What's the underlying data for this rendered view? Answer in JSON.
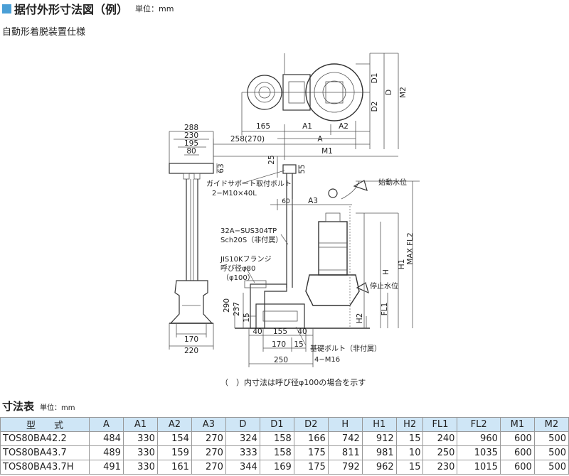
{
  "header": {
    "title": "据付外形寸法図（例）",
    "unit": "単位：mm",
    "subtitle": "自動形着脱装置仕様"
  },
  "drawing": {
    "top_view": {
      "horizontal_dims": [
        "165",
        "A1",
        "A2",
        "258(270)",
        "A",
        "M1"
      ],
      "vertical_dims": [
        "D1",
        "D",
        "M2",
        "D2"
      ]
    },
    "side_view": {
      "top_dims": [
        "288",
        "230",
        "195",
        "80"
      ],
      "side_dim": "63",
      "bottom_dims": [
        "170",
        "220"
      ]
    },
    "front_view": {
      "dims": [
        "25",
        "55",
        "60",
        "A3",
        "290",
        "237",
        "15",
        "40",
        "155",
        "40",
        "170",
        "15",
        "250",
        "H",
        "H1",
        "MAX FL2",
        "H2",
        "FL1"
      ],
      "labels": {
        "guide_bolt": "ガイドサポート取付ボルト",
        "guide_bolt_spec": "2−M10×40L",
        "pipe": "32A−SUS304TP",
        "pipe_spec": "Sch20S（非付属）",
        "flange": "JIS10Kフランジ",
        "flange_spec": "呼び径φ80",
        "flange_alt": "（φ100）",
        "start_level": "始動水位",
        "stop_level": "停止水位",
        "anchor_bolt": "基礎ボルト（非付属）",
        "anchor_bolt_spec": "4−M16"
      }
    }
  },
  "note": "（　）内寸法は呼び径φ100の場合を示す",
  "table": {
    "title": "寸法表",
    "unit": "単位：mm",
    "headers": [
      "型　　式",
      "A",
      "A1",
      "A2",
      "A3",
      "D",
      "D1",
      "D2",
      "H",
      "H1",
      "H2",
      "FL1",
      "FL2",
      "M1",
      "M2"
    ],
    "rows": [
      [
        "TOS80BA42.2",
        "484",
        "330",
        "154",
        "270",
        "324",
        "158",
        "166",
        "742",
        "912",
        "15",
        "240",
        "960",
        "600",
        "500"
      ],
      [
        "TOS80BA43.7",
        "489",
        "330",
        "159",
        "270",
        "333",
        "158",
        "175",
        "811",
        "981",
        "10",
        "250",
        "1035",
        "600",
        "500"
      ],
      [
        "TOS80BA43.7H",
        "491",
        "330",
        "161",
        "270",
        "344",
        "169",
        "175",
        "792",
        "962",
        "15",
        "230",
        "1015",
        "600",
        "500"
      ]
    ]
  }
}
